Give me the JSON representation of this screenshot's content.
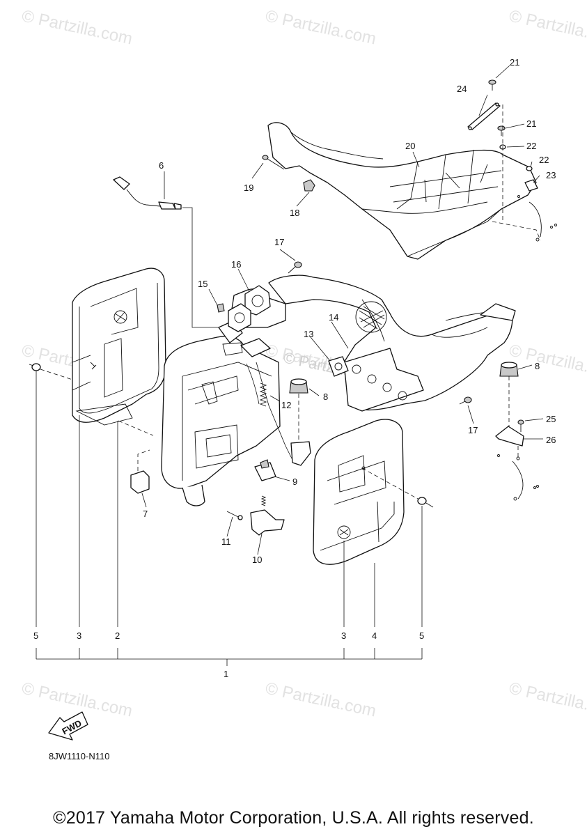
{
  "watermark": {
    "brand": "Partzilla.com",
    "symbol": "©"
  },
  "callouts": [
    "1",
    "2",
    "3",
    "4",
    "5",
    "6",
    "7",
    "8",
    "9",
    "10",
    "11",
    "12",
    "13",
    "14",
    "15",
    "16",
    "17",
    "18",
    "19",
    "20",
    "21",
    "22",
    "23",
    "24",
    "25",
    "26"
  ],
  "fwd_label": "FWD",
  "diagram_code": "8JW1110-N110",
  "copyright": "©2017 Yamaha Motor Corporation, U.S.A. All rights reserved."
}
